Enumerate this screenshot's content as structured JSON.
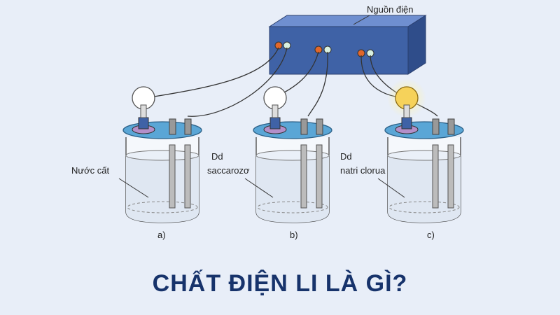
{
  "power_source": {
    "label": "Nguồn điện"
  },
  "setups": [
    {
      "caption": "a)",
      "solution_label": "Nước cất",
      "bulb_lit": false
    },
    {
      "caption": "b)",
      "solution_label_line1": "Dd",
      "solution_label_line2": "saccarozơ",
      "bulb_lit": false
    },
    {
      "caption": "c)",
      "solution_label_line1": "Dd",
      "solution_label_line2": "natri clorua",
      "bulb_lit": true
    }
  ],
  "title": "CHẤT ĐIỆN LI LÀ GÌ?",
  "colors": {
    "background": "#e8eef8",
    "power_box": "#3f62a6",
    "bulb_lit": "#f6d25a",
    "bulb_unlit": "#ffffff",
    "liquid": "#dfe7f2",
    "title": "#17336b"
  }
}
